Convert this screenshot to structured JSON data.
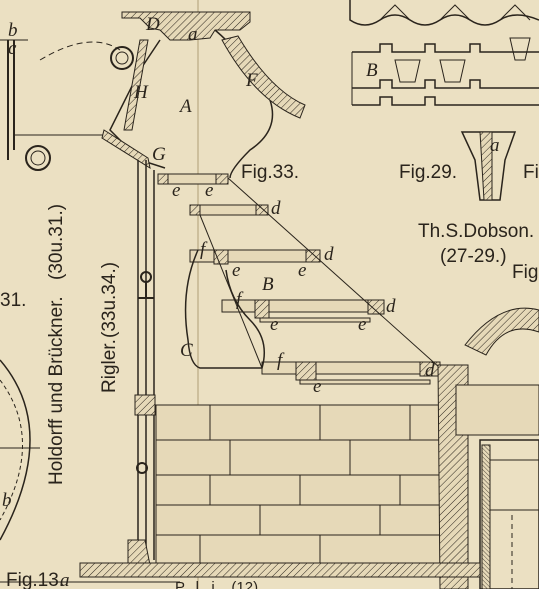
{
  "plate": {
    "fig33": "Fig.33.",
    "fig29": "Fig.29.",
    "fig_cut_right": "Fi",
    "fig_cut_right2": "Fig",
    "fig13": "Fig.13.",
    "dobson": "Th.S.Dobson.",
    "dobson_ref": "(27-29.)",
    "holdorff": "Holdorff und Brückner.",
    "holdorff_ref": "(30u.31.)",
    "rigler": "Rigler.",
    "rigler_ref": "(33u.34.)",
    "bottom_cut": "P...l...i... (12)",
    "num_31": "31."
  },
  "letters": {
    "A": "A",
    "B": "B",
    "C": "C",
    "D": "D",
    "F": "F",
    "G": "G",
    "H": "H",
    "a": "a",
    "b": "b",
    "c": "c",
    "d": "d",
    "e": "e",
    "f": "f"
  },
  "colors": {
    "paper": "#ebe0c2",
    "ink": "#2a241c",
    "stone": "#e6d9b8"
  }
}
